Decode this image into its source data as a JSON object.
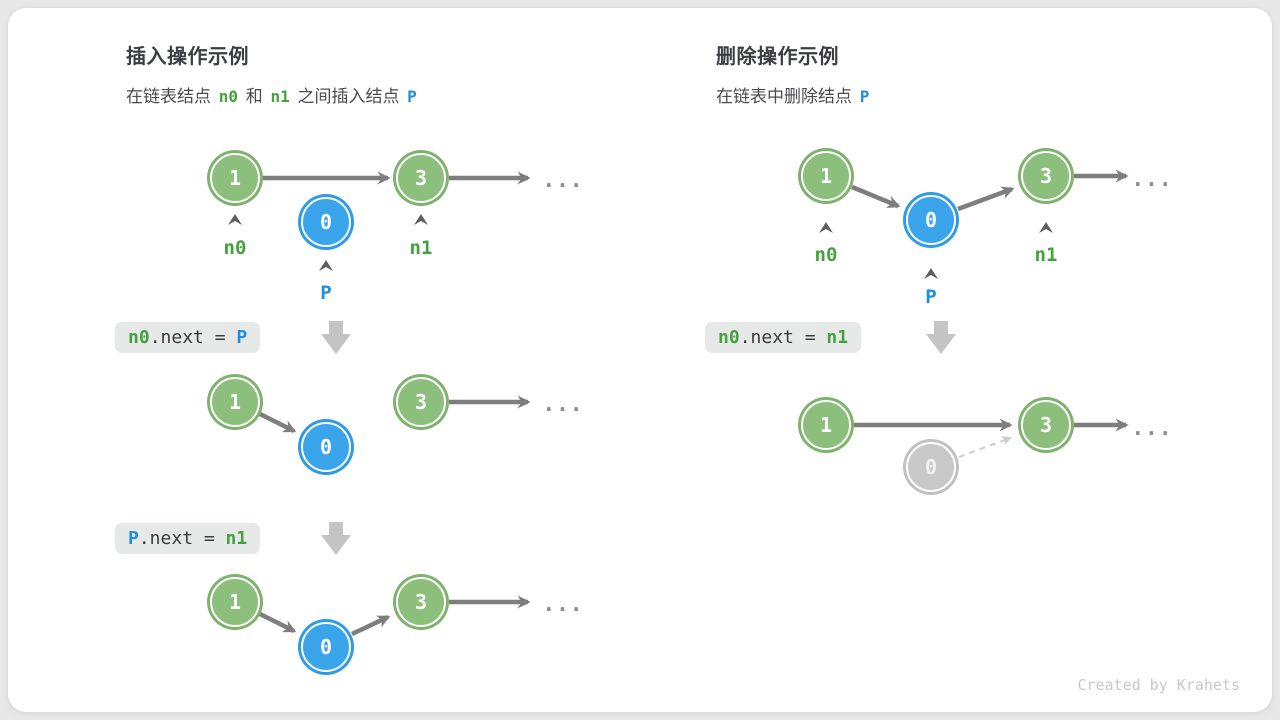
{
  "colors": {
    "node_green": "#8CBE7C",
    "node_green_ring": "#7EB26E",
    "node_blue": "#3BA5EC",
    "node_blue_ring": "#2F9BE5",
    "node_ghost": "#C9C9C9",
    "node_ghost_ring": "#C1C1C1",
    "green_text": "#44A13E",
    "blue_text": "#1E8FDE",
    "arrow": "#7E7E7E",
    "code_bg": "#E7E9E9"
  },
  "insert": {
    "title": "插入操作示例",
    "subtitle": [
      "在链表结点 ",
      "n0",
      " 和 ",
      "n1",
      " 之间插入结点 ",
      "P"
    ],
    "code1": [
      "n0",
      ".next = ",
      "P"
    ],
    "code2": [
      "P",
      ".next = ",
      "n1"
    ],
    "node_values": {
      "n0": "1",
      "p": "0",
      "n1": "3"
    },
    "pointer_labels": {
      "n0": "n0",
      "p": "P",
      "n1": "n1"
    },
    "ellipsis": "..."
  },
  "delete": {
    "title": "删除操作示例",
    "subtitle": [
      "在链表中删除结点 ",
      "P"
    ],
    "code1": [
      "n0",
      ".next = ",
      "n1"
    ],
    "node_values": {
      "n0": "1",
      "p": "0",
      "n1": "3"
    },
    "pointer_labels": {
      "n0": "n0",
      "p": "P",
      "n1": "n1"
    },
    "ellipsis": "..."
  },
  "footer": {
    "credit": "Created by Krahets"
  }
}
